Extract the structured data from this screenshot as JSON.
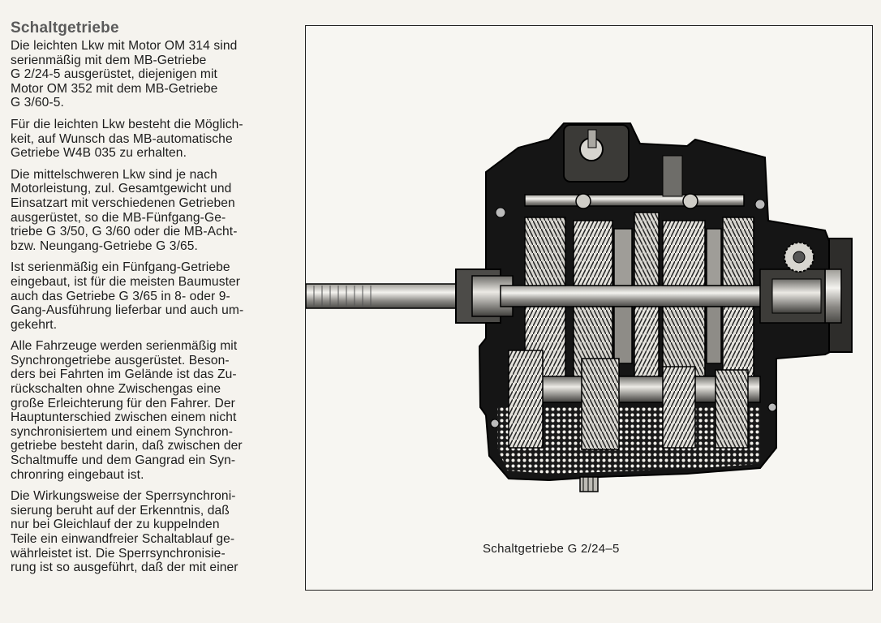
{
  "heading": "Schaltgetriebe",
  "paragraphs": [
    "Die leichten Lkw mit Motor OM 314 sind\nserienmäßig mit dem MB-Getriebe\nG 2/24-5 ausgerüstet, diejenigen mit\nMotor OM 352 mit dem MB-Getriebe\nG 3/60-5.",
    "Für die leichten Lkw besteht die Möglich-\nkeit, auf Wunsch das MB-automatische\nGetriebe W4B 035 zu erhalten.",
    "Die mittelschweren Lkw sind je nach\nMotorleistung, zul. Gesamtgewicht und\nEinsatzart mit verschiedenen Getrieben\nausgerüstet, so die MB-Fünfgang-Ge-\ntriebe G 3/50, G 3/60 oder die MB-Acht-\nbzw. Neungang-Getriebe G 3/65.",
    "Ist serienmäßig ein Fünfgang-Getriebe\neingebaut, ist für die meisten Baumuster\nauch das Getriebe G 3/65 in 8- oder 9-\nGang-Ausführung lieferbar und auch um-\ngekehrt.",
    "Alle Fahrzeuge werden serienmäßig mit\nSynchrongetriebe ausgerüstet. Beson-\nders bei Fahrten im Gelände ist das Zu-\nrückschalten ohne Zwischengas eine\ngroße Erleichterung für den Fahrer. Der\nHauptunterschied zwischen einem nicht\nsynchronisiertem und einem Synchron-\ngetriebe besteht darin, daß zwischen der\nSchaltmuffe und dem Gangrad ein Syn-\nchronring eingebaut ist.",
    "Die Wirkungsweise der Sperrsynchroni-\nsierung beruht auf der Erkenntnis, daß\nnur bei Gleichlauf der zu kuppelnden\nTeile ein einwandfreier Schaltablauf ge-\nwährleistet ist. Die Sperrsynchronisie-\nrung ist so ausgeführt, daß der mit einer"
  ],
  "figure": {
    "caption": "Schaltgetriebe G 2/24–5"
  }
}
